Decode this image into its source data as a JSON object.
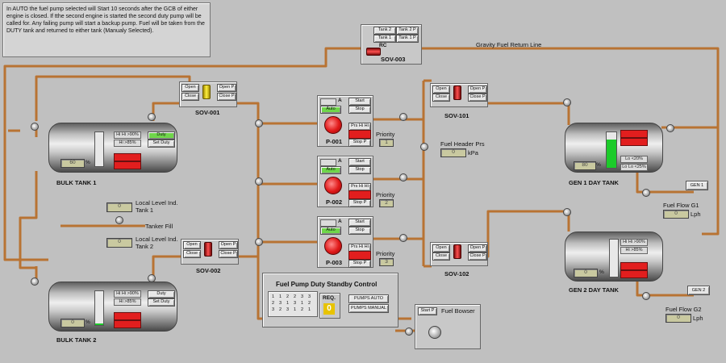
{
  "info_text": "In AUTO the fuel pump selected will Start 10 seconds after the GCB of either engine is closed. If tthe second engine is started the second duty pump will be called for. Any failing pump will start a backup pump. Fuel will be taken from the DUTY tank and returned to either tank (Manualy Selected).",
  "return_line_label": "Gravity Fuel Return Line",
  "sov003": {
    "label": "SOV-003",
    "tank2": "Tank 2",
    "tank1": "Tank 1",
    "tank2p": "Tank 2 P",
    "tank1p": "Tank 1 P",
    "rc": "RC"
  },
  "sov001": {
    "label": "SOV-001",
    "open": "Open",
    "close": "Close",
    "openp": "Open P",
    "closep": "Close P"
  },
  "sov002": {
    "label": "SOV-002",
    "open": "Open",
    "close": "Close",
    "openp": "Open P",
    "closep": "Close P"
  },
  "sov101": {
    "label": "SOV-101",
    "open": "Open",
    "close": "Close",
    "openp": "Open P",
    "closep": "Close P"
  },
  "sov102": {
    "label": "SOV-102",
    "open": "Open",
    "close": "Close",
    "openp": "Open P",
    "closep": "Close P"
  },
  "bulk1": {
    "label": "BULK TANK 1",
    "hihi": "Hi Hi >90%",
    "hi": "Hi >85%",
    "duty": "Duty",
    "set_duty": "Set Duty",
    "pct": "%",
    "level": "60"
  },
  "bulk2": {
    "label": "BULK TANK 2",
    "hihi": "Hi Hi >90%",
    "hi": "Hi >85%",
    "duty": "Duty",
    "set_duty": "Set Duty",
    "pct": "%",
    "level": "0",
    "fill_fraction": 0.05
  },
  "local1": {
    "label": "Local Level Ind. Tank 1",
    "value": "0"
  },
  "local2": {
    "label": "Local Level Ind. Tank 2",
    "value": "0"
  },
  "tanker_fill": "Tanker Fill",
  "pumps": [
    {
      "label": "P-001",
      "a": "A",
      "auto": "Auto",
      "start": "Start",
      "stop": "Stop",
      "prs": "Prs Hi Hi",
      "stopp": "Stop P",
      "priority_label": "Priority",
      "priority": "1"
    },
    {
      "label": "P-002",
      "a": "A",
      "auto": "Auto",
      "start": "Start",
      "stop": "Stop",
      "prs": "Prs Hi Hi",
      "stopp": "Stop P",
      "priority_label": "Priority",
      "priority": "2"
    },
    {
      "label": "P-003",
      "a": "A",
      "auto": "Auto",
      "start": "Start",
      "stop": "Stop",
      "prs": "Prs Hi Hi",
      "stopp": "Stop P",
      "priority_label": "Priority",
      "priority": "3"
    }
  ],
  "header_prs": {
    "label": "Fuel Header Prs",
    "value": "0",
    "unit": "kPa"
  },
  "gen1": {
    "label": "GEN 1 DAY TANK",
    "lolo": "Lo <20%",
    "lo": "Lo Lo <25%",
    "pct": "%",
    "level": "80",
    "fill_fraction": 0.8,
    "gen": "GEN 1",
    "flow_label": "Fuel Flow G1",
    "flow": "0",
    "flow_unit": "Lph"
  },
  "gen2": {
    "label": "GEN 2 DAY TANK",
    "hihi": "Hi Hi >90%",
    "hi": "Hi >85%",
    "pct": "%",
    "level": "0",
    "gen": "GEN 2",
    "flow_label": "Fuel Flow G2",
    "flow": "0",
    "flow_unit": "Lph"
  },
  "duty_standby": {
    "title": "Fuel Pump Duty Standby Control",
    "req_label": "REQ.",
    "req_value": "0",
    "pumps_auto": "PUMPS AUTO",
    "pumps_manual": "PUMPS MANUAL",
    "grid": [
      [
        "1",
        "1",
        "2",
        "2",
        "3",
        "3"
      ],
      [
        "2",
        "3",
        "1",
        "3",
        "1",
        "2"
      ],
      [
        "3",
        "2",
        "3",
        "1",
        "2",
        "1"
      ]
    ]
  },
  "bowser": {
    "label": "Fuel Bowser",
    "start": "Start P"
  },
  "colors": {
    "pipe": "#b87333",
    "background": "#c0c0c0",
    "alarm": "#e21e1e",
    "ok": "#1ccb2a"
  }
}
